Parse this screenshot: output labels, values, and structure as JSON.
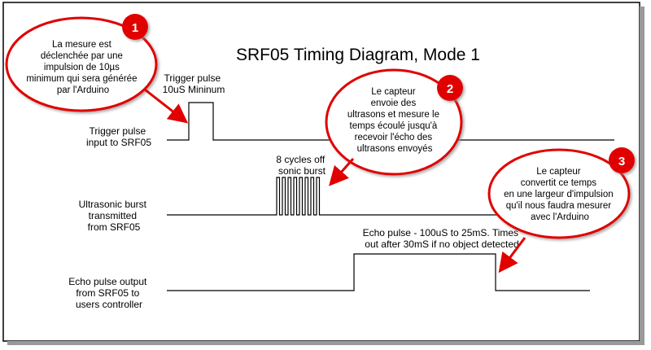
{
  "title": "SRF05 Timing Diagram, Mode 1",
  "labels": {
    "trigger_signal": [
      "Trigger pulse",
      "input to SRF05"
    ],
    "trigger_pulse": [
      "Trigger pulse",
      "10uS Mininum"
    ],
    "burst_signal": [
      "Ultrasonic burst",
      "transmitted",
      "from SRF05"
    ],
    "burst_note": [
      "8 cycles off",
      "sonic burst"
    ],
    "echo_signal": [
      "Echo pulse output",
      "from SRF05 to",
      "users controller"
    ],
    "echo_note": [
      "Echo pulse - 100uS to 25mS. Times",
      "out after 30mS if no object detected"
    ]
  },
  "callouts": [
    {
      "number": "1",
      "lines": [
        "La mesure est",
        "déclenchée par une",
        "impulsion de 10µs",
        "minimum qui sera générée",
        "par l'Arduino"
      ]
    },
    {
      "number": "2",
      "lines": [
        "Le capteur",
        "envoie des",
        "ultrasons et mesure le",
        "temps écoulé jusqu'à",
        "recevoir l'écho des",
        "ultrasons envoyés"
      ]
    },
    {
      "number": "3",
      "lines": [
        "Le capteur",
        "convertit ce temps",
        "en une largeur d'impulsion",
        "qu'il nous faudra mesurer",
        "avec l'Arduino"
      ]
    }
  ],
  "burst_cycles": 8,
  "colors": {
    "callout_border": "#e00000",
    "badge_fill": "#e00000",
    "badge_text": "#ffffff",
    "frame": "#000000"
  }
}
